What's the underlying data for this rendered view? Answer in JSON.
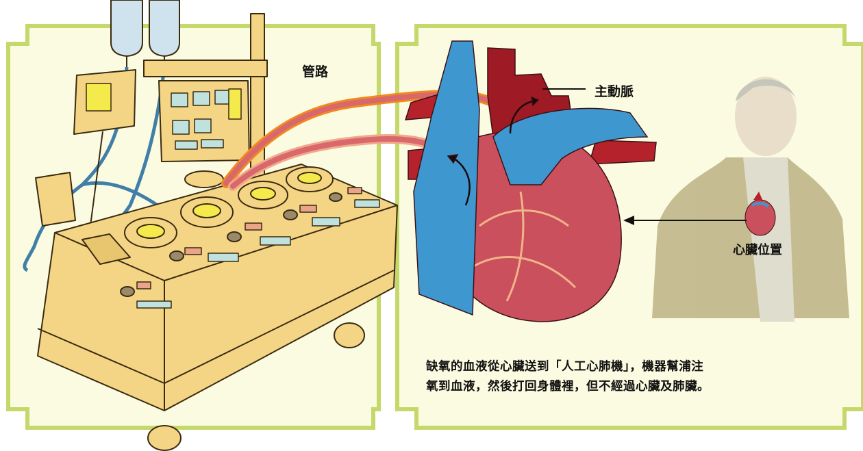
{
  "labels": {
    "tube": "管路",
    "aorta": "主動脈",
    "heart_position": "心臟位置"
  },
  "caption": {
    "line1": "缺氧的血液從心臟送到「人工心肺機」，機器幫浦注",
    "line2": "氧到血液，然後打回身體裡，但不經過心臟及肺臟。"
  },
  "colors": {
    "panel_fill": "#fbfbe2",
    "panel_border": "#c5d96a",
    "machine": "#f4d585",
    "vein_blue": "#3f97cf",
    "heart_red": "#c9505c",
    "artery_red": "#b5222c",
    "tube_orange": "#f08a1e"
  }
}
